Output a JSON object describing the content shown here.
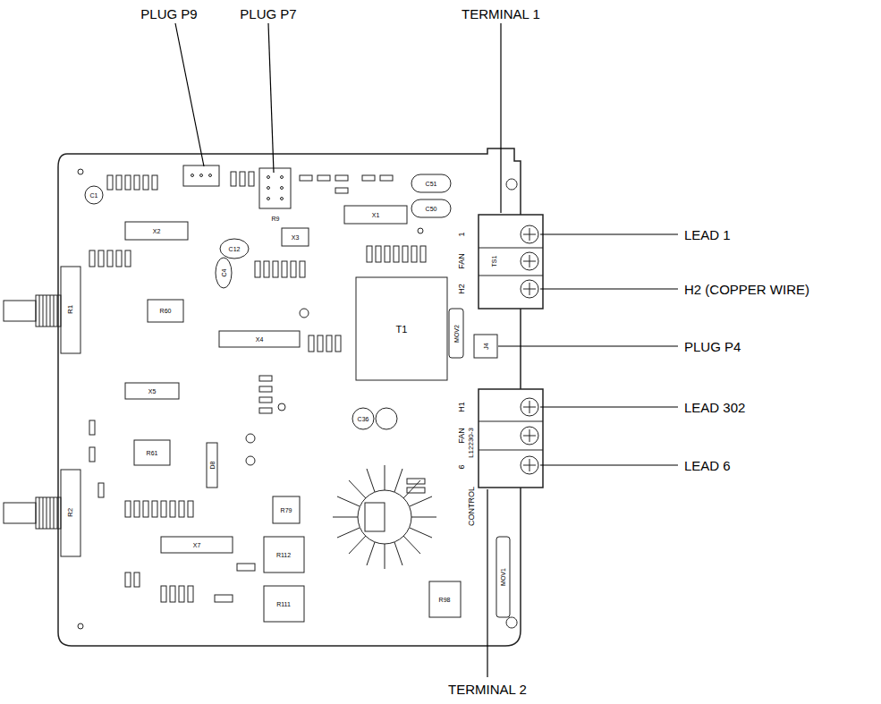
{
  "diagram": {
    "labels": [
      "PLUG P9",
      "PLUG P7",
      "TERMINAL 1",
      "LEAD 1",
      "H2 (COPPER WIRE)",
      "PLUG P4",
      "LEAD 302",
      "LEAD 6",
      "TERMINAL 2",
      "1",
      "FAN",
      "TS1",
      "H2",
      "H1",
      "FAN",
      "L12230-3",
      "6",
      "CONTROL",
      "T1",
      "X1",
      "X2",
      "X3",
      "X4",
      "X5",
      "X7",
      "R1",
      "R2",
      "R60",
      "R61",
      "R79",
      "R112",
      "R111",
      "R98",
      "C51",
      "C50",
      "C12",
      "C4",
      "C36",
      "J4",
      "MOV2",
      "MOV1",
      "D8",
      "R9",
      "C1"
    ]
  }
}
